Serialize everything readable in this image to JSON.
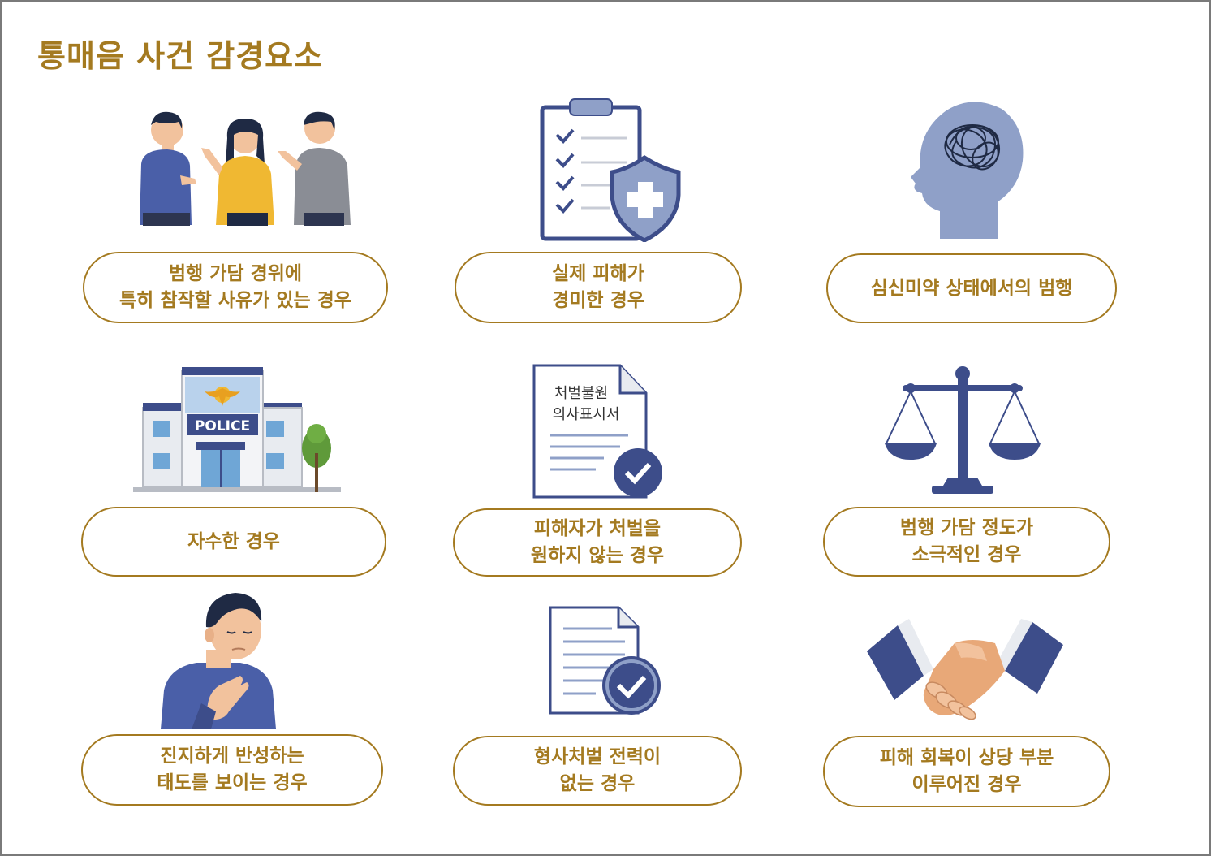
{
  "title": "통매음 사건 감경요소",
  "items": [
    {
      "icon": "people-talking-icon",
      "lines": [
        "범행 가담 경위에",
        "특히 참작할 사유가 있는 경우"
      ]
    },
    {
      "icon": "clipboard-shield-icon",
      "lines": [
        "실제 피해가",
        "경미한 경우"
      ]
    },
    {
      "icon": "brain-head-icon",
      "lines": [
        "심신미약 상태에서의 범행"
      ]
    },
    {
      "icon": "police-station-icon",
      "lines": [
        "자수한 경우"
      ],
      "sign": "POLICE"
    },
    {
      "icon": "document-check-icon",
      "lines": [
        "피해자가 처벌을",
        "원하지 않는 경우"
      ],
      "doc_title": [
        "처벌불원",
        "의사표시서"
      ]
    },
    {
      "icon": "scales-icon",
      "lines": [
        "범행 가담 정도가",
        "소극적인 경우"
      ]
    },
    {
      "icon": "remorseful-person-icon",
      "lines": [
        "진지하게 반성하는",
        "태도를 보이는 경우"
      ]
    },
    {
      "icon": "record-check-icon",
      "lines": [
        "형사처벌 전력이",
        "없는 경우"
      ]
    },
    {
      "icon": "handshake-icon",
      "lines": [
        "피해 회복이 상당 부분",
        "이루어진 경우"
      ]
    }
  ],
  "colors": {
    "accent": "#a47a20",
    "navy": "#3d4d8a",
    "slate": "#8fa0c8"
  }
}
